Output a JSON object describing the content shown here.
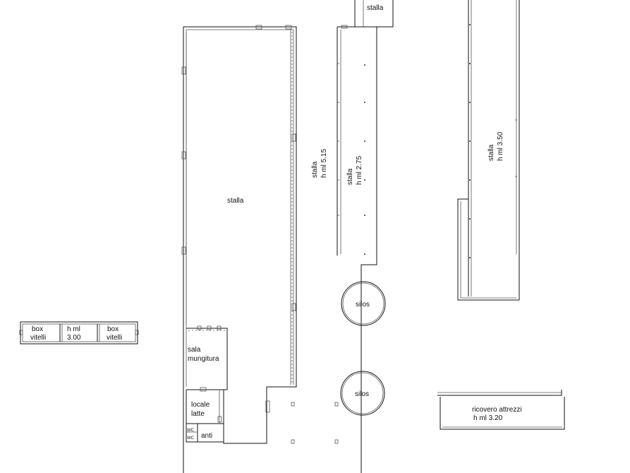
{
  "labels": {
    "stalla_top": "stalla",
    "stalla_main": "stalla",
    "stalla_515_1": "stalla",
    "stalla_515_2": "h ml 5.15",
    "stalla_275_1": "stalla",
    "stalla_275_2": "h ml 2.75",
    "stalla_350_1": "stalla",
    "stalla_350_2": "h ml 3.50",
    "silos_1": "silos",
    "silos_2": "silos",
    "box_vitelli_1a": "box",
    "box_vitelli_1b": "vitelli",
    "hml_300_a": "h ml",
    "hml_300_b": "3.00",
    "box_vitelli_2a": "box",
    "box_vitelli_2b": "vitelli",
    "sala_a": "sala",
    "sala_b": "mungitura",
    "locale_a": "locale",
    "locale_b": "latte",
    "anti": "anti",
    "wc_1": "WC",
    "wc_2": "WC",
    "ricovero_a": "ricovero attrezzi",
    "ricovero_b": "h ml 3.20"
  }
}
